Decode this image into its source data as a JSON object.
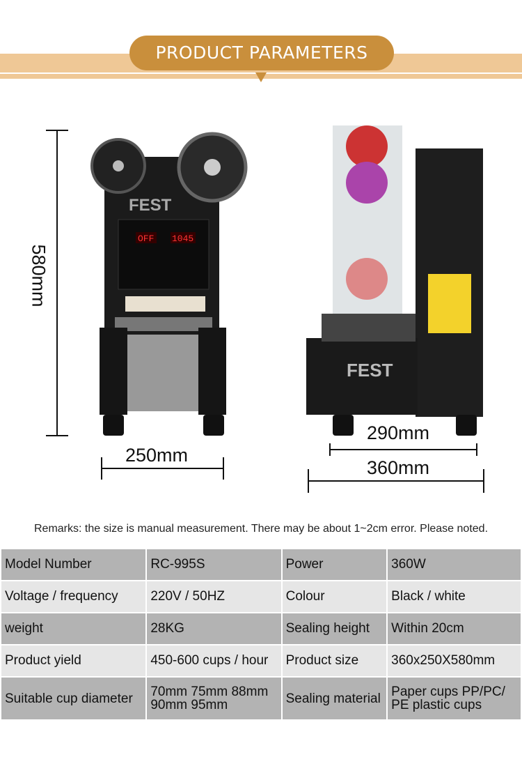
{
  "header": {
    "title": "PRODUCT PARAMETERS",
    "accent": "#c98f3c",
    "band": "#efc896"
  },
  "images": {
    "front": {
      "brand": "FEST",
      "height_label": "580mm",
      "width_label": "250mm",
      "display_left": "OFF",
      "display_right": "1045"
    },
    "side": {
      "brand": "FEST",
      "depth_inner_label": "290mm",
      "depth_outer_label": "360mm"
    }
  },
  "remarks": "Remarks: the size is manual measurement. There may be about 1~2cm error. Please noted.",
  "specs": [
    [
      "Model Number",
      "RC-995S",
      "Power",
      "360W"
    ],
    [
      "Voltage / frequency",
      "220V / 50HZ",
      "Colour",
      "Black / white"
    ],
    [
      "weight",
      "28KG",
      "Sealing height",
      "Within 20cm"
    ],
    [
      "Product yield",
      "450-600 cups / hour",
      "Product size",
      "360x250X580mm"
    ],
    [
      "Suitable cup diameter",
      "70mm 75mm 88mm 90mm 95mm",
      "Sealing material",
      "Paper cups  PP/PC/ PE plastic cups"
    ]
  ]
}
